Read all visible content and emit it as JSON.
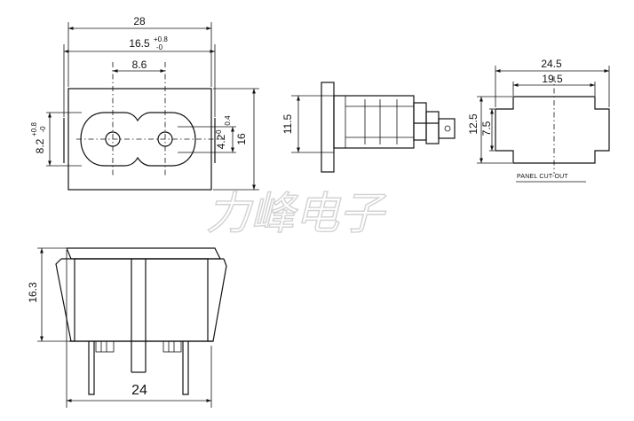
{
  "watermark": "力峰电子",
  "front_view": {
    "width_overall": "28",
    "width_inner": "16.5",
    "width_inner_tol_plus": "+0.8",
    "width_inner_tol_minus": "-0",
    "pin_spacing": "8.6",
    "height_overall": "16",
    "socket_height": "8.2",
    "socket_height_tol_plus": "+0.8",
    "socket_height_tol_minus": "-0",
    "pin_height": "4.2",
    "pin_height_tol_plus": "0.4",
    "pin_height_tol_minus": "-0"
  },
  "side_view": {
    "height": "11.5"
  },
  "panel_cutout": {
    "width_overall": "24.5",
    "width_inner": "19.5",
    "height_overall": "12.5",
    "height_inner": "7.5",
    "label": "PANEL CUT-OUT"
  },
  "bottom_view": {
    "height": "16.3",
    "width": "24"
  }
}
